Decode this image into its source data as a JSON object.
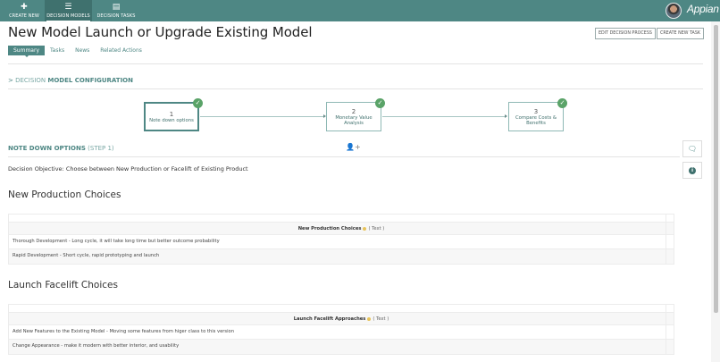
{
  "topbar": {
    "nav": [
      {
        "label": "CREATE NEW",
        "icon": "plus-icon"
      },
      {
        "label": "DECISION MODELS",
        "icon": "list-icon",
        "active": true
      },
      {
        "label": "DECISION TASKS",
        "icon": "tasks-icon"
      }
    ],
    "brand": "Appian"
  },
  "header": {
    "title": "New Model Launch or Upgrade Existing Model",
    "buttons": [
      "EDIT DECISION PROCESS",
      "CREATE NEW TASK"
    ]
  },
  "tabs": [
    {
      "label": "Summary",
      "active": true
    },
    {
      "label": "Tasks"
    },
    {
      "label": "News"
    },
    {
      "label": "Related Actions"
    }
  ],
  "config": {
    "chevron": ">",
    "prefix": "DECISION",
    "title": "MODEL CONFIGURATION"
  },
  "steps": [
    {
      "num": "1",
      "label": "Note down options",
      "done": true
    },
    {
      "num": "2",
      "label": "Monetary Value Analysis",
      "done": true
    },
    {
      "num": "3",
      "label": "Compare Costs & Benefits",
      "done": true
    }
  ],
  "step_section": {
    "title": "NOTE DOWN OPTIONS",
    "subtitle": "(STEP 1)"
  },
  "objective": "Decision Objective: Choose between New Production or Facelift of Existing Product",
  "grids": [
    {
      "heading": "New Production Choices",
      "column": "New Production Choices",
      "type": "( Text )",
      "rows": [
        "Thorough Development - Long cycle, it will take long time but better outcome probability",
        "Rapid Development - Short cycle, rapid prototyping and launch"
      ]
    },
    {
      "heading": "Launch Facelift Choices",
      "column": "Launch Facelift Approaches",
      "type": "( Text )",
      "rows": [
        "Add New Features to the Existing Model - Moving some features from higer class to this version",
        "Change Appearance - make it modern with better interior, and usability"
      ]
    }
  ],
  "colors": {
    "accent": "#4e8784",
    "check": "#5aa368",
    "tooltip": "#e7c35a"
  }
}
